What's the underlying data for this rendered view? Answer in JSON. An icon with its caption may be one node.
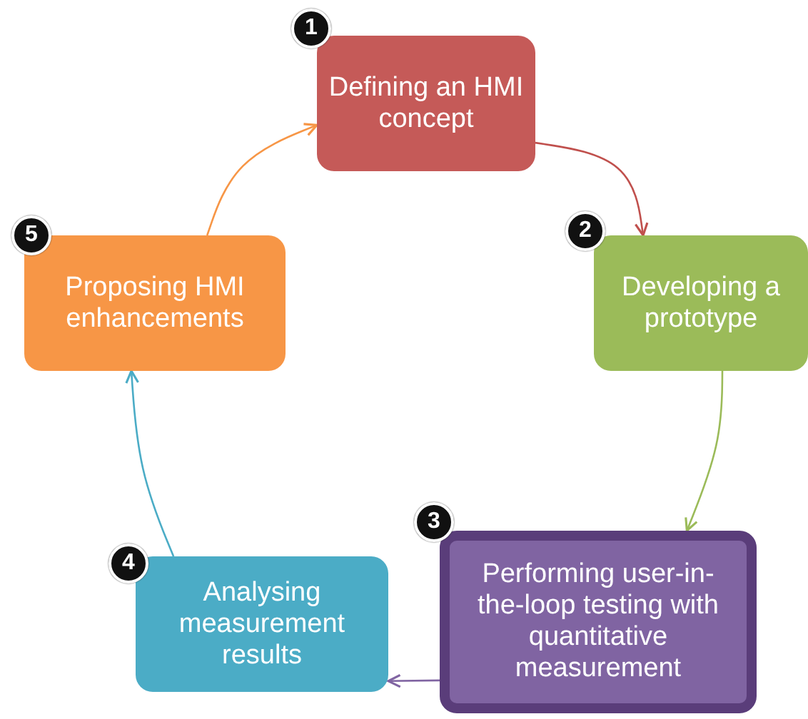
{
  "diagram": {
    "nodes": [
      {
        "text": [
          "Defining an HMI concept"
        ],
        "beside": [
          "1"
        ]
      },
      {
        "text": [
          "Developing a prototype"
        ],
        "beside": [
          "2"
        ]
      },
      {
        "text": [
          "Performing user-in-the-loop testing with quantitative measurement"
        ],
        "beside": [
          "3"
        ]
      },
      {
        "text": [
          "Analysing measurement results"
        ],
        "beside": [
          "4"
        ]
      },
      {
        "text": [
          "Proposing HMI enhancements"
        ],
        "beside": [
          "5"
        ]
      }
    ],
    "edges": [
      {
        "from": 0,
        "to": 1,
        "arrow": "to",
        "color": "#c0504d"
      },
      {
        "from": 1,
        "to": 2,
        "arrow": "to",
        "color": "#9bbb59"
      },
      {
        "from": 2,
        "to": 3,
        "arrow": "to",
        "color": "#8064a2"
      },
      {
        "from": 3,
        "to": 4,
        "arrow": "to",
        "color": "#4bacc6"
      },
      {
        "from": 4,
        "to": 0,
        "arrow": "to",
        "color": "#f79646"
      }
    ]
  }
}
